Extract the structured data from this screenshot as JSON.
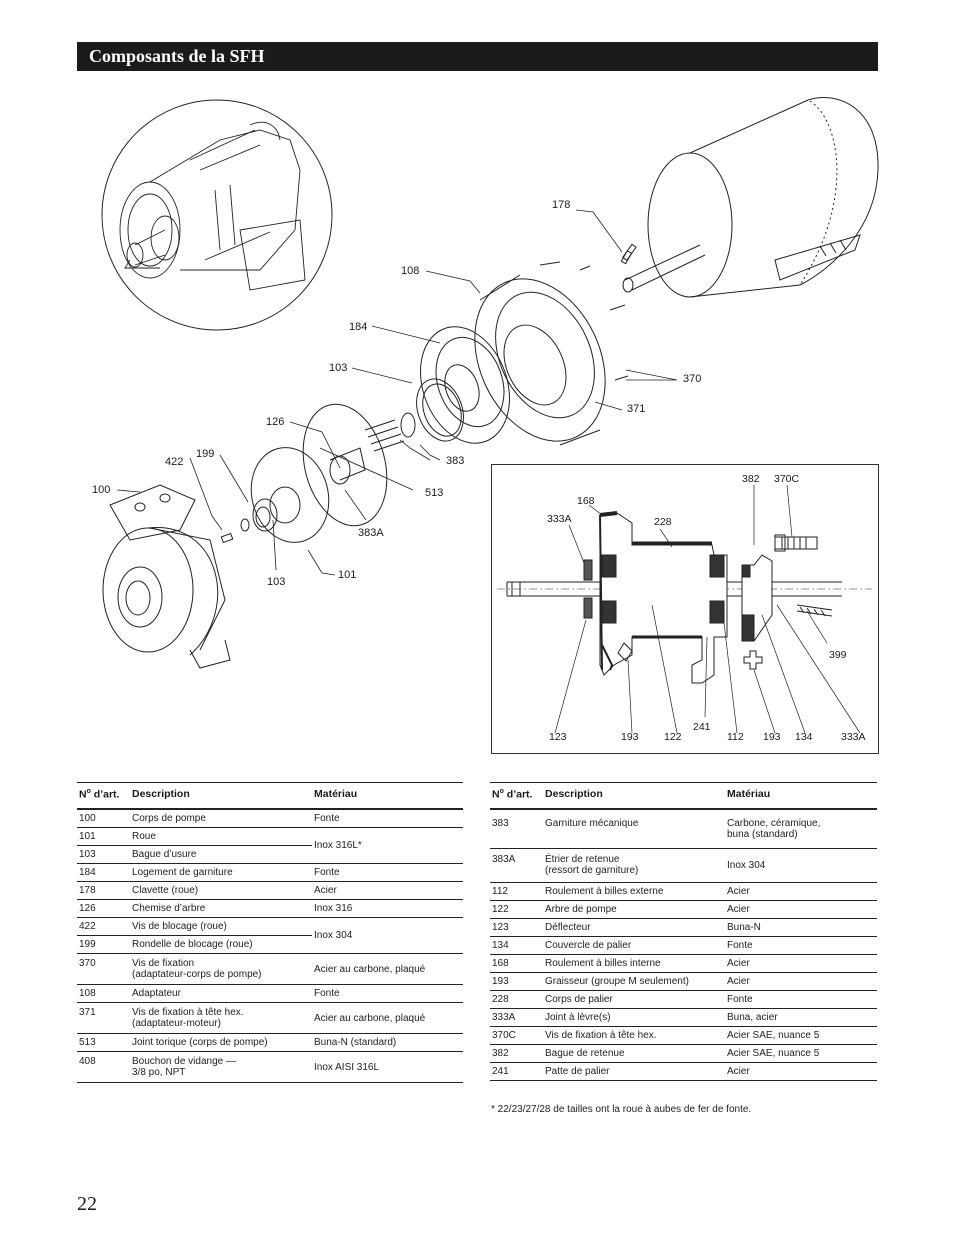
{
  "header": {
    "title": "Composants de la SFH"
  },
  "page_number": "22",
  "callouts": {
    "c178": "178",
    "c108": "108",
    "c184": "184",
    "c103a": "103",
    "c370": "370",
    "c371": "371",
    "c126": "126",
    "c383": "383",
    "c422": "422",
    "c199": "199",
    "c513": "513",
    "c100": "100",
    "c383A": "383A",
    "c103b": "103",
    "c101": "101"
  },
  "detail_callouts": {
    "d382": "382",
    "d370C": "370C",
    "d168": "168",
    "d333A_top": "333A",
    "d228": "228",
    "d399": "399",
    "d241": "241",
    "d123": "123",
    "d193a": "193",
    "d122": "122",
    "d112": "112",
    "d193b": "193",
    "d134": "134",
    "d333A_bot": "333A"
  },
  "table_headers": {
    "num": "d’art.",
    "num_prefix": "N",
    "num_sup": "o",
    "desc": "Description",
    "mat": "Matériau"
  },
  "left_rows": [
    {
      "num": "100",
      "desc": "Corps de pompe",
      "mat": "Fonte"
    },
    {
      "num": "101",
      "desc": "Roue",
      "mat": "Inox 316L*"
    },
    {
      "num": "103",
      "desc": "Bague d’usure",
      "mat": ""
    },
    {
      "num": "184",
      "desc": "Logement de garniture",
      "mat": "Fonte"
    },
    {
      "num": "178",
      "desc": "Clavette (roue)",
      "mat": "Acier"
    },
    {
      "num": "126",
      "desc": "Chemise d’arbre",
      "mat": "Inox 316"
    },
    {
      "num": "422",
      "desc": "Vis de blocage (roue)",
      "mat": "Inox 304"
    },
    {
      "num": "199",
      "desc": "Rondelle de blocage (roue)",
      "mat": ""
    },
    {
      "num": "370",
      "desc": "Vis de fixation\n(adaptateur-corps de pompe)",
      "mat": "Acier au carbone, plaqué"
    },
    {
      "num": "108",
      "desc": "Adaptateur",
      "mat": "Fonte"
    },
    {
      "num": "371",
      "desc": "Vis de fixation à tête hex.\n(adaptateur-moteur)",
      "mat": "Acier au carbone, plaqué"
    },
    {
      "num": "513",
      "desc": "Joint torique (corps de pompe)",
      "mat": "Buna-N (standard)"
    },
    {
      "num": "408",
      "desc": "Bouchon de vidange —\n3/8 po, NPT",
      "mat": "Inox AISI 316L"
    }
  ],
  "right_rows": [
    {
      "num": "383",
      "desc": "Garniture mécanique",
      "mat": "Carbone, céramique,\nbuna (standard)"
    },
    {
      "num": "383A",
      "desc": "Étrier de retenue\n(ressort de garniture)",
      "mat": "Inox 304"
    },
    {
      "num": "112",
      "desc": "Roulement à billes externe",
      "mat": "Acier"
    },
    {
      "num": "122",
      "desc": "Arbre de pompe",
      "mat": "Acier"
    },
    {
      "num": "123",
      "desc": "Déflecteur",
      "mat": "Buna-N"
    },
    {
      "num": "134",
      "desc": "Couvercle de palier",
      "mat": "Fonte"
    },
    {
      "num": "168",
      "desc": "Roulement à billes interne",
      "mat": "Acier"
    },
    {
      "num": "193",
      "desc": "Graisseur (groupe M seulement)",
      "mat": "Acier"
    },
    {
      "num": "228",
      "desc": "Corps de palier",
      "mat": "Fonte"
    },
    {
      "num": "333A",
      "desc": "Joint à lèvre(s)",
      "mat": "Buna, acier"
    },
    {
      "num": "370C",
      "desc": "Vis de fixation à tête hex.",
      "mat": "Acier SAE, nuance 5"
    },
    {
      "num": "382",
      "desc": "Bague de retenue",
      "mat": "Acier SAE, nuance 5"
    },
    {
      "num": "241",
      "desc": "Patte de palier",
      "mat": "Acier"
    }
  ],
  "footnote": "* 22/23/27/28 de tailles ont la roue à aubes de fer de fonte."
}
